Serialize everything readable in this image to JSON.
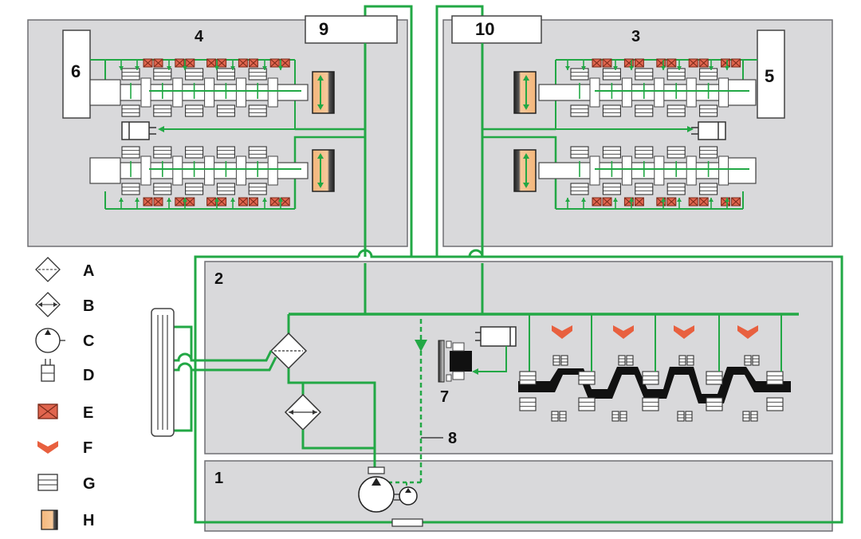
{
  "labels": {
    "zone_1": "1",
    "zone_2": "2",
    "zone_3": "3",
    "zone_4": "4",
    "block_5": "5",
    "block_6": "6",
    "item_7": "7",
    "item_8": "8",
    "box_9": "9",
    "box_10": "10"
  },
  "legend": [
    {
      "icon": "filter-dashed-icon",
      "letter": "A"
    },
    {
      "icon": "filter-solid-icon",
      "letter": "B"
    },
    {
      "icon": "pump-icon",
      "letter": "C"
    },
    {
      "icon": "piston-icon",
      "letter": "D"
    },
    {
      "icon": "cross-box-icon",
      "letter": "E"
    },
    {
      "icon": "nozzle-icon",
      "letter": "F"
    },
    {
      "icon": "bearing-icon",
      "letter": "G"
    },
    {
      "icon": "phaser-icon",
      "letter": "H"
    }
  ],
  "colors": {
    "line": "#22a845",
    "panel": "#d9d9db",
    "cross": "#e0654e",
    "nozzle": "#e8603f",
    "phaser": "#f5c08a"
  }
}
